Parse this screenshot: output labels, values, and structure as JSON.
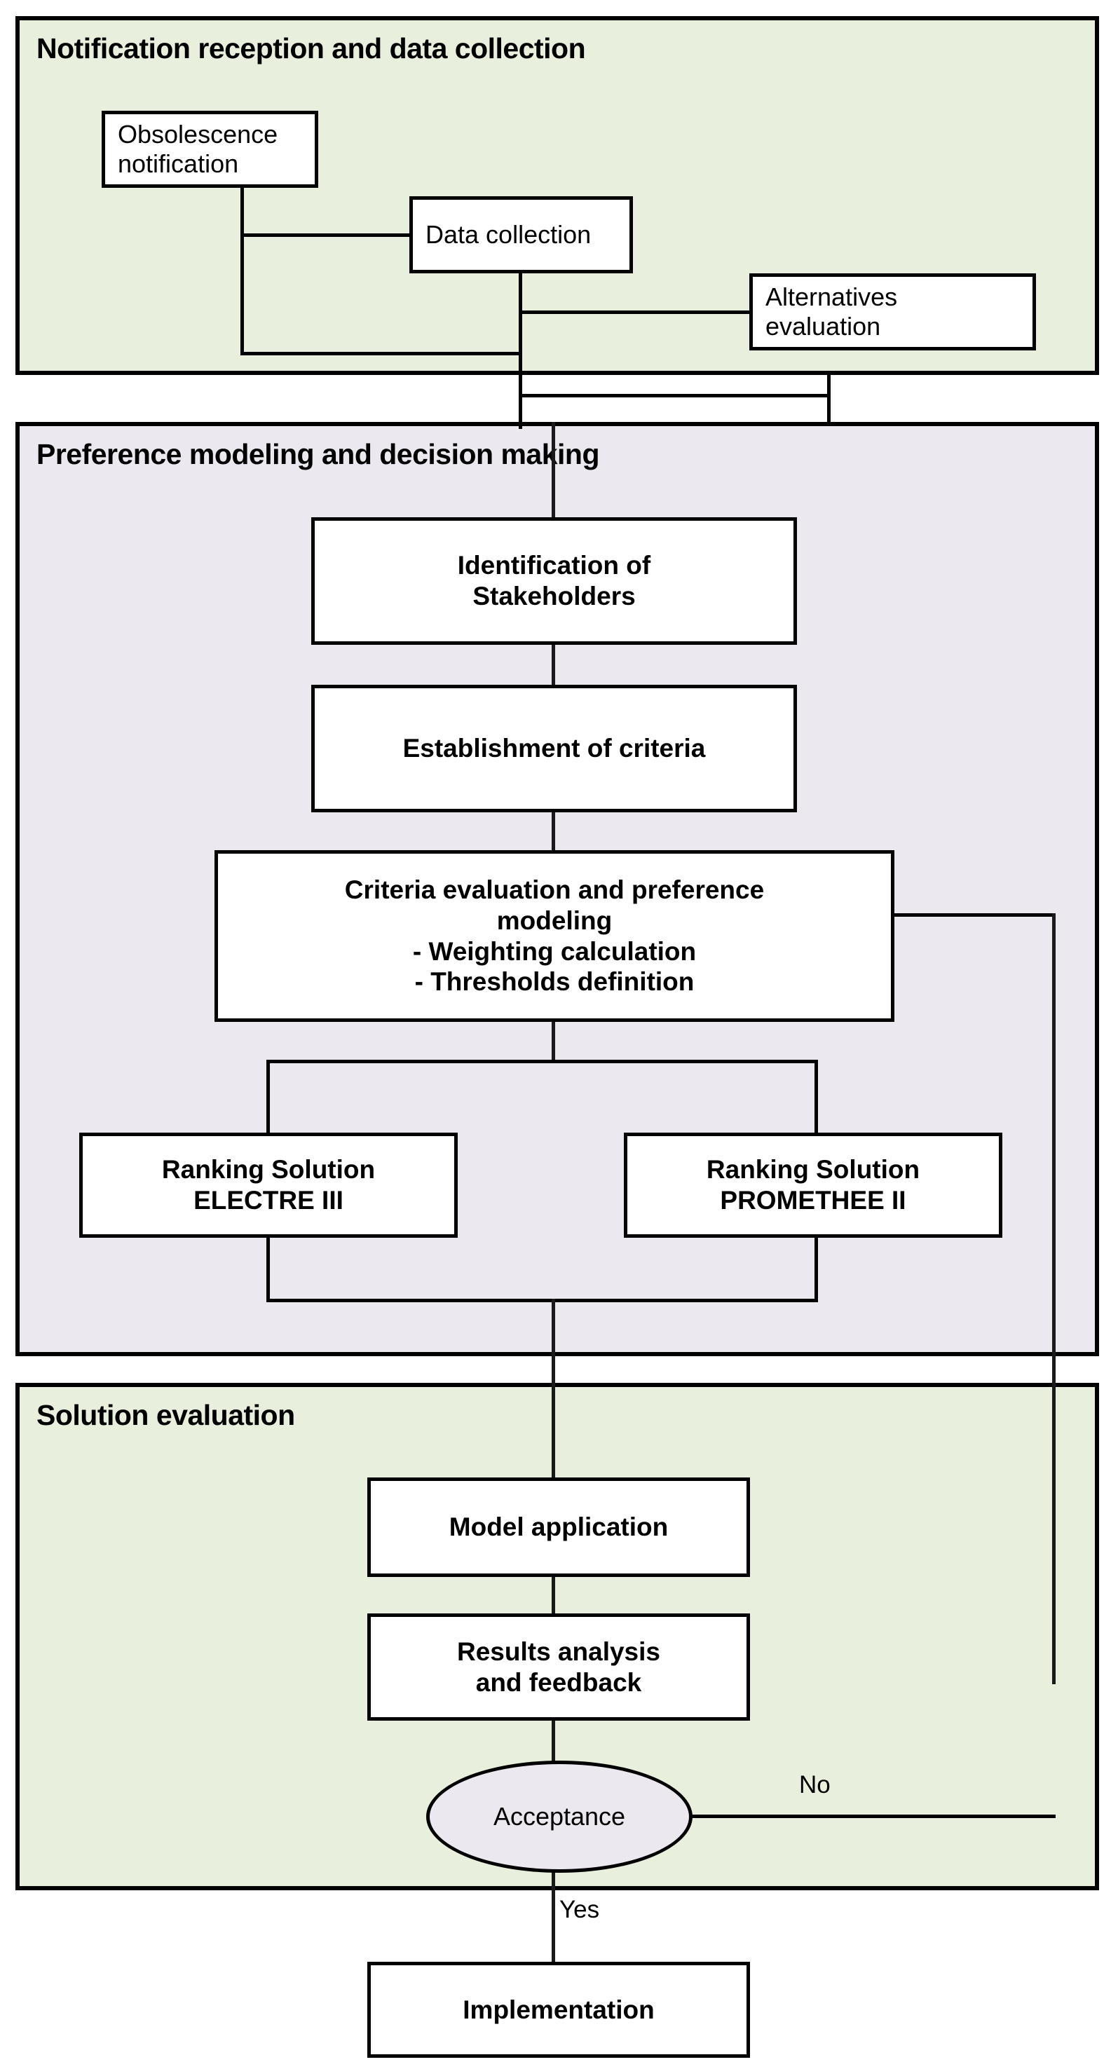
{
  "diagram": {
    "title": "Obsolescence management decision flowchart",
    "colors": {
      "phase_green": "#e8efdd",
      "phase_purple": "#ebe8f0",
      "stroke": "#000000",
      "node_fill": "#ffffff"
    }
  },
  "phases": [
    {
      "id": "phase-notification",
      "title": "Notification reception and data collection",
      "fill": "#e8efdd"
    },
    {
      "id": "phase-preference",
      "title": "Preference modeling and decision making",
      "fill": "#ebe8f0"
    },
    {
      "id": "phase-solution",
      "title": "Solution evaluation",
      "fill": "#e8efdd"
    }
  ],
  "nodes": {
    "obsolescence_notification": "Obsolescence\nnotification",
    "data_collection": "Data collection",
    "alternatives_evaluation": "Alternatives\nevaluation",
    "identification_stakeholders": "Identification of\nStakeholders",
    "establishment_criteria": "Establishment of criteria",
    "criteria_evaluation": "Criteria evaluation and preference\nmodeling\n- Weighting calculation\n- Thresholds definition",
    "ranking_electre": "Ranking Solution\nELECTRE III",
    "ranking_promethee": "Ranking Solution\nPROMETHEE II",
    "model_application": "Model application",
    "results_analysis": "Results analysis\nand feedback",
    "acceptance": "Acceptance",
    "implementation": "Implementation"
  },
  "edge_labels": {
    "no": "No",
    "yes": "Yes"
  }
}
